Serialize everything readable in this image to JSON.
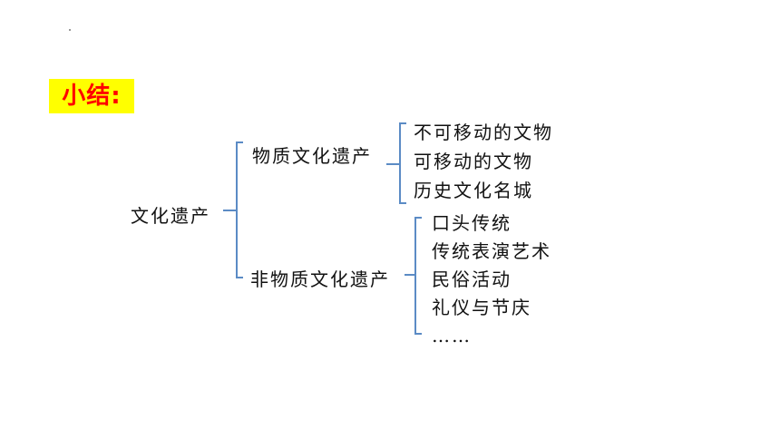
{
  "summary_label": "小结:",
  "tree": {
    "root": "文化遗产",
    "branch_a": {
      "label": "物质文化遗产",
      "items": [
        "不可移动的文物",
        "可移动的文物",
        "历史文化名城"
      ]
    },
    "branch_b": {
      "label": "非物质文化遗产",
      "items": [
        "口头传统",
        "传统表演艺术",
        "民俗活动",
        "礼仪与节庆",
        "……"
      ]
    }
  },
  "colors": {
    "bracket": "#5b8bc5",
    "label_bg": "#ffff00",
    "label_text": "#ff0000"
  }
}
